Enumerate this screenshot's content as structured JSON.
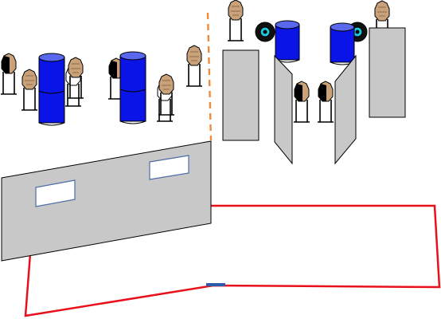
{
  "scene": {
    "kind": "shooting-stage-layout",
    "colors": {
      "background": "#ffffff",
      "barrel": "#0a14e6",
      "barrel_top": "#5a68f0",
      "wall": "#c8c8c8",
      "wall_stroke": "#000000",
      "window_stroke": "#4a6fa5",
      "boundary": "#e8111b",
      "divider": "#f08a3c",
      "start_marker": "#2f5aa8",
      "target_shoot": "#c9a27a",
      "target_noshoot": "#ffffff",
      "target_hard_cover": "#000000",
      "stand": "#000000",
      "tire_fill": "#1cc8e0"
    },
    "elements": {
      "targets": 12,
      "barrels": 4,
      "walls": 5,
      "tires": 2,
      "no_shoot_targets": 2
    },
    "icons": {
      "target": "paper-target-icon",
      "barrel": "barrel-icon",
      "tire": "tire-icon",
      "wall": "wall-icon"
    }
  }
}
